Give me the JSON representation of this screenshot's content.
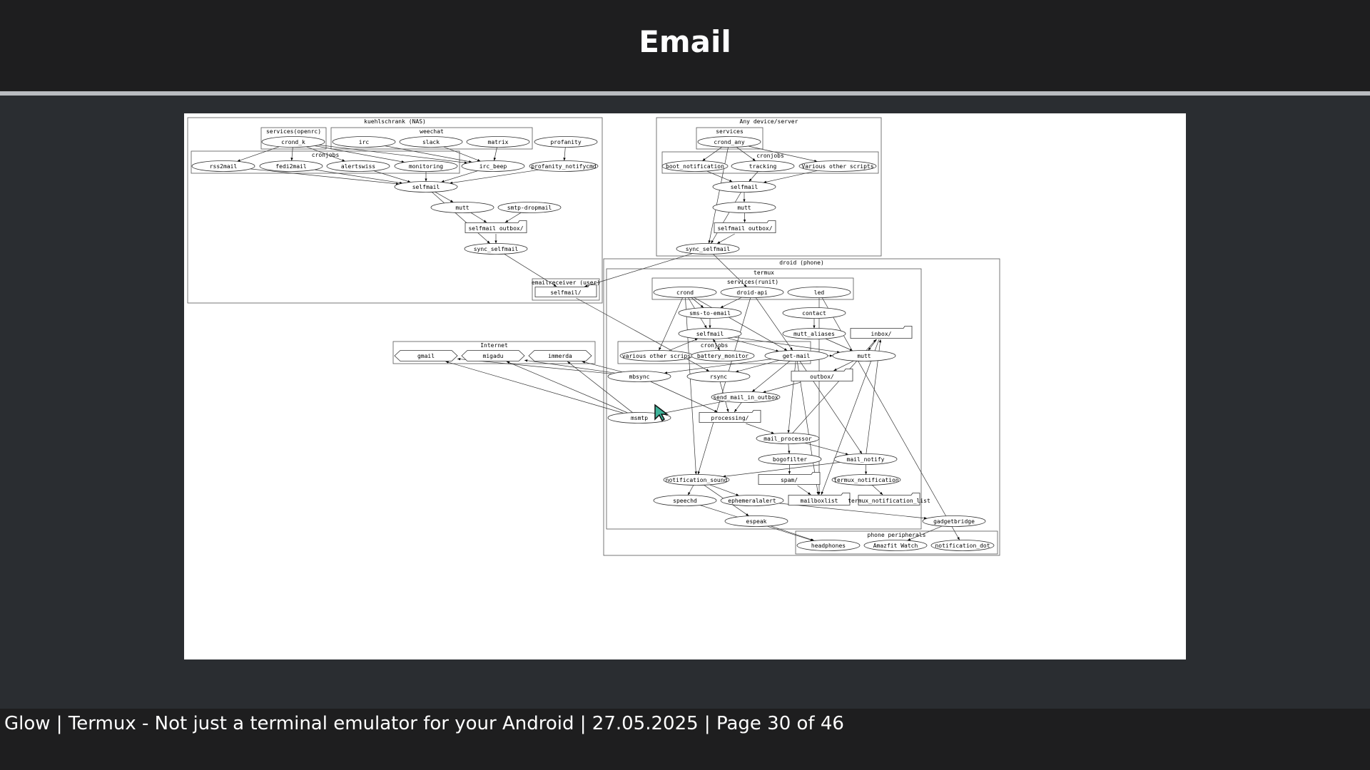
{
  "slide": {
    "title": "Email",
    "footer": "Glow | Termux - Not just a terminal emulator for your Android | 27.05.2025 | Page 30 of 46"
  },
  "colors": {
    "background": "#2a2d31",
    "bar": "#1e1e1f",
    "rule": "#b9bcc0",
    "cursor": "#3fb39a"
  },
  "clusters": [
    {
      "id": "c_nas",
      "label": "kuehlschrank (NAS)"
    },
    {
      "id": "c_openrc",
      "label": "services(openrc)"
    },
    {
      "id": "c_weechat",
      "label": "weechat"
    },
    {
      "id": "c_nas_cron",
      "label": "cronjobs"
    },
    {
      "id": "c_recv",
      "label": "emailreceiver (user)"
    },
    {
      "id": "c_any",
      "label": "Any device/server"
    },
    {
      "id": "c_any_srv",
      "label": "services"
    },
    {
      "id": "c_any_cron",
      "label": "cronjobs"
    },
    {
      "id": "c_droid",
      "label": "droid (phone)"
    },
    {
      "id": "c_termux",
      "label": "termux"
    },
    {
      "id": "c_runit",
      "label": "services(runit)"
    },
    {
      "id": "c_t_cron",
      "label": "cronjobs"
    },
    {
      "id": "c_inet",
      "label": "Internet"
    },
    {
      "id": "c_periph",
      "label": "phone peripherals"
    }
  ],
  "nodes": [
    {
      "id": "crond_k",
      "label": "crond_k"
    },
    {
      "id": "irc",
      "label": "irc"
    },
    {
      "id": "slack",
      "label": "slack"
    },
    {
      "id": "matrix",
      "label": "matrix"
    },
    {
      "id": "profanity",
      "label": "profanity"
    },
    {
      "id": "rss2mail",
      "label": "rss2mail"
    },
    {
      "id": "fedi2mail",
      "label": "fedi2mail"
    },
    {
      "id": "alertswiss",
      "label": "alertswiss"
    },
    {
      "id": "monitoring",
      "label": "monitoring"
    },
    {
      "id": "irc_beep",
      "label": "irc_beep"
    },
    {
      "id": "profanity_notifycmd",
      "label": "profanity_notifycmd"
    },
    {
      "id": "selfmail_k",
      "label": "selfmail"
    },
    {
      "id": "mutt_k",
      "label": "mutt"
    },
    {
      "id": "smtp_dropmail",
      "label": "smtp-dropmail"
    },
    {
      "id": "outbox_k",
      "label": "selfmail outbox/"
    },
    {
      "id": "sync_k",
      "label": "sync_selfmail"
    },
    {
      "id": "selfmail_dir",
      "label": "selfmail/"
    },
    {
      "id": "crond_any",
      "label": "crond_any"
    },
    {
      "id": "boot_notification",
      "label": "boot_notification"
    },
    {
      "id": "tracking",
      "label": "tracking"
    },
    {
      "id": "various_any",
      "label": "Various other scripts"
    },
    {
      "id": "selfmail_a",
      "label": "selfmail"
    },
    {
      "id": "mutt_a",
      "label": "mutt"
    },
    {
      "id": "outbox_a",
      "label": "selfmail outbox/"
    },
    {
      "id": "sync_a",
      "label": "sync_selfmail"
    },
    {
      "id": "crond_t",
      "label": "crond"
    },
    {
      "id": "droid_api",
      "label": "droid-api"
    },
    {
      "id": "led",
      "label": "led"
    },
    {
      "id": "sms_to_email",
      "label": "sms-to-email"
    },
    {
      "id": "contact",
      "label": "contact"
    },
    {
      "id": "selfmail_t",
      "label": "selfmail"
    },
    {
      "id": "mutt_aliases",
      "label": "mutt_aliases"
    },
    {
      "id": "inbox",
      "label": "inbox/"
    },
    {
      "id": "various_t",
      "label": "various other scrips"
    },
    {
      "id": "battery_monitor",
      "label": "battery_monitor"
    },
    {
      "id": "get_mail",
      "label": "get-mail"
    },
    {
      "id": "mutt_t",
      "label": "mutt"
    },
    {
      "id": "gmail",
      "label": "gmail"
    },
    {
      "id": "migadu",
      "label": "migadu"
    },
    {
      "id": "immerda",
      "label": "immerda"
    },
    {
      "id": "mbsync",
      "label": "mbsync"
    },
    {
      "id": "rsync",
      "label": "rsync"
    },
    {
      "id": "outbox_t",
      "label": "outbox/"
    },
    {
      "id": "send_mail",
      "label": "send_mail_in_outbox"
    },
    {
      "id": "msmtp",
      "label": "msmtp"
    },
    {
      "id": "processing",
      "label": "processing/"
    },
    {
      "id": "mail_processor",
      "label": "mail_processor"
    },
    {
      "id": "bogofilter",
      "label": "bogofilter"
    },
    {
      "id": "mail_notify",
      "label": "mail_notify"
    },
    {
      "id": "spam",
      "label": "spam/"
    },
    {
      "id": "notification_sound",
      "label": "notification_sound"
    },
    {
      "id": "termux_notification",
      "label": "termux_notification"
    },
    {
      "id": "speechd",
      "label": "speechd"
    },
    {
      "id": "ephemeralalert",
      "label": "ephemeralalert"
    },
    {
      "id": "mailboxlist",
      "label": "mailboxlist"
    },
    {
      "id": "termux_notification_list",
      "label": "termux_notification_list"
    },
    {
      "id": "espeak",
      "label": "espeak"
    },
    {
      "id": "gadgetbridge",
      "label": "gadgetbridge"
    },
    {
      "id": "headphones",
      "label": "headphones"
    },
    {
      "id": "amazfit",
      "label": "Amazfit Watch"
    },
    {
      "id": "notification_dot",
      "label": "notification_dot"
    }
  ],
  "edges": [
    [
      "crond_k",
      "rss2mail"
    ],
    [
      "crond_k",
      "fedi2mail"
    ],
    [
      "crond_k",
      "alertswiss"
    ],
    [
      "crond_k",
      "monitoring"
    ],
    [
      "crond_k",
      "irc_beep"
    ],
    [
      "irc",
      "irc_beep"
    ],
    [
      "slack",
      "irc_beep"
    ],
    [
      "matrix",
      "irc_beep"
    ],
    [
      "profanity",
      "profanity_notifycmd"
    ],
    [
      "rss2mail",
      "selfmail_k"
    ],
    [
      "fedi2mail",
      "selfmail_k"
    ],
    [
      "alertswiss",
      "selfmail_k"
    ],
    [
      "monitoring",
      "selfmail_k"
    ],
    [
      "irc_beep",
      "selfmail_k"
    ],
    [
      "profanity_notifycmd",
      "selfmail_k"
    ],
    [
      "selfmail_k",
      "mutt_k"
    ],
    [
      "selfmail_k",
      "sync_k"
    ],
    [
      "mutt_k",
      "outbox_k"
    ],
    [
      "smtp_dropmail",
      "outbox_k"
    ],
    [
      "outbox_k",
      "sync_k"
    ],
    [
      "sync_k",
      "selfmail_dir"
    ],
    [
      "crond_any",
      "boot_notification"
    ],
    [
      "crond_any",
      "tracking"
    ],
    [
      "crond_any",
      "various_any"
    ],
    [
      "crond_any",
      "sync_a"
    ],
    [
      "boot_notification",
      "selfmail_a"
    ],
    [
      "tracking",
      "selfmail_a"
    ],
    [
      "various_any",
      "selfmail_a"
    ],
    [
      "selfmail_a",
      "mutt_a"
    ],
    [
      "selfmail_a",
      "sync_a"
    ],
    [
      "mutt_a",
      "outbox_a"
    ],
    [
      "outbox_a",
      "sync_a"
    ],
    [
      "sync_a",
      "selfmail_dir"
    ],
    [
      "sync_a",
      "droid_api"
    ],
    [
      "crond_t",
      "sms_to_email"
    ],
    [
      "crond_t",
      "selfmail_t"
    ],
    [
      "crond_t",
      "various_t"
    ],
    [
      "crond_t",
      "get_mail"
    ],
    [
      "crond_t",
      "notification_sound"
    ],
    [
      "droid_api",
      "sms_to_email"
    ],
    [
      "droid_api",
      "get_mail"
    ],
    [
      "droid_api",
      "notification_sound"
    ],
    [
      "sms_to_email",
      "selfmail_t"
    ],
    [
      "selfmail_t",
      "battery_monitor"
    ],
    [
      "selfmail_t",
      "get_mail"
    ],
    [
      "selfmail_t",
      "mutt_t"
    ],
    [
      "various_t",
      "selfmail_t"
    ],
    [
      "battery_monitor",
      "selfmail_t"
    ],
    [
      "contact",
      "mutt_aliases"
    ],
    [
      "mutt_aliases",
      "mutt_t"
    ],
    [
      "get_mail",
      "mbsync"
    ],
    [
      "get_mail",
      "rsync"
    ],
    [
      "get_mail",
      "send_mail"
    ],
    [
      "get_mail",
      "mail_processor"
    ],
    [
      "get_mail",
      "mail_notify"
    ],
    [
      "get_mail",
      "mailboxlist"
    ],
    [
      "get_mail",
      "mutt_t"
    ],
    [
      "selfmail_dir",
      "rsync"
    ],
    [
      "mutt_t",
      "outbox_t"
    ],
    [
      "inbox",
      "mutt_t"
    ],
    [
      "outbox_t",
      "send_mail"
    ],
    [
      "send_mail",
      "msmtp"
    ],
    [
      "send_mail",
      "processing"
    ],
    [
      "mbsync",
      "processing"
    ],
    [
      "rsync",
      "processing"
    ],
    [
      "processing",
      "mail_processor"
    ],
    [
      "mail_processor",
      "bogofilter"
    ],
    [
      "mail_processor",
      "mail_notify"
    ],
    [
      "mail_processor",
      "inbox"
    ],
    [
      "bogofilter",
      "spam"
    ],
    [
      "mail_notify",
      "termux_notification"
    ],
    [
      "mail_notify",
      "notification_sound"
    ],
    [
      "mail_notify",
      "inbox"
    ],
    [
      "led",
      "mailboxlist"
    ],
    [
      "led",
      "notification_dot"
    ],
    [
      "termux_notification",
      "termux_notification_list"
    ],
    [
      "inbox",
      "mailboxlist"
    ],
    [
      "spam",
      "mailboxlist"
    ],
    [
      "notification_sound",
      "speechd"
    ],
    [
      "notification_sound",
      "ephemeralalert"
    ],
    [
      "notification_sound",
      "espeak"
    ],
    [
      "ephemeralalert",
      "gadgetbridge"
    ],
    [
      "espeak",
      "headphones"
    ],
    [
      "speechd",
      "headphones"
    ],
    [
      "gadgetbridge",
      "amazfit"
    ],
    [
      "msmtp",
      "gmail"
    ],
    [
      "msmtp",
      "migadu"
    ],
    [
      "msmtp",
      "immerda"
    ],
    [
      "mbsync",
      "gmail"
    ],
    [
      "mbsync",
      "migadu"
    ],
    [
      "mbsync",
      "immerda"
    ]
  ]
}
